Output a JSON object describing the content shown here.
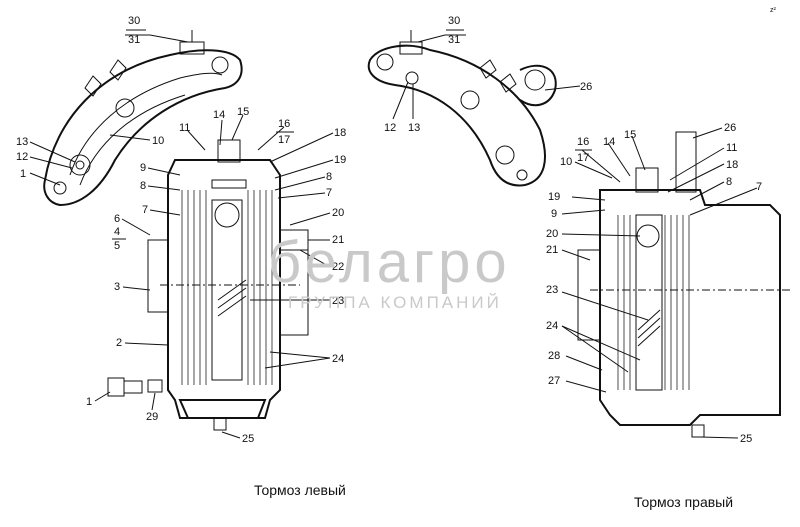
{
  "captions": {
    "left": "Тормоз левый",
    "right": "Тормоз правый"
  },
  "corner_mark": "z²",
  "watermark": {
    "brand": "белагро",
    "sub": "ГРУППА КОМПАНИЙ"
  },
  "left_labels": {
    "l30": "30",
    "l31": "31",
    "l13": "13",
    "l12": "12",
    "l1a": "1",
    "l10": "10",
    "l11": "11",
    "l14": "14",
    "l15": "15",
    "l16": "16",
    "l17": "17",
    "l18": "18",
    "l19": "19",
    "l9": "9",
    "l8a": "8",
    "l8b": "8",
    "l7a": "7",
    "l7b": "7",
    "l20": "20",
    "l6": "6",
    "l4": "4",
    "l5": "5",
    "l21": "21",
    "l22": "22",
    "l3": "3",
    "l23": "23",
    "l2": "2",
    "l24": "24",
    "l1b": "1",
    "l29": "29",
    "l25": "25"
  },
  "right_labels": {
    "r30": "30",
    "r31": "31",
    "r26a": "26",
    "r12": "12",
    "r13": "13",
    "r26b": "26",
    "r16": "16",
    "r17": "17",
    "r14": "14",
    "r15": "15",
    "r11": "11",
    "r10": "10",
    "r18": "18",
    "r8": "8",
    "r7": "7",
    "r19": "19",
    "r9": "9",
    "r20": "20",
    "r21": "21",
    "r23": "23",
    "r24": "24",
    "r28": "28",
    "r27": "27",
    "r25": "25"
  }
}
